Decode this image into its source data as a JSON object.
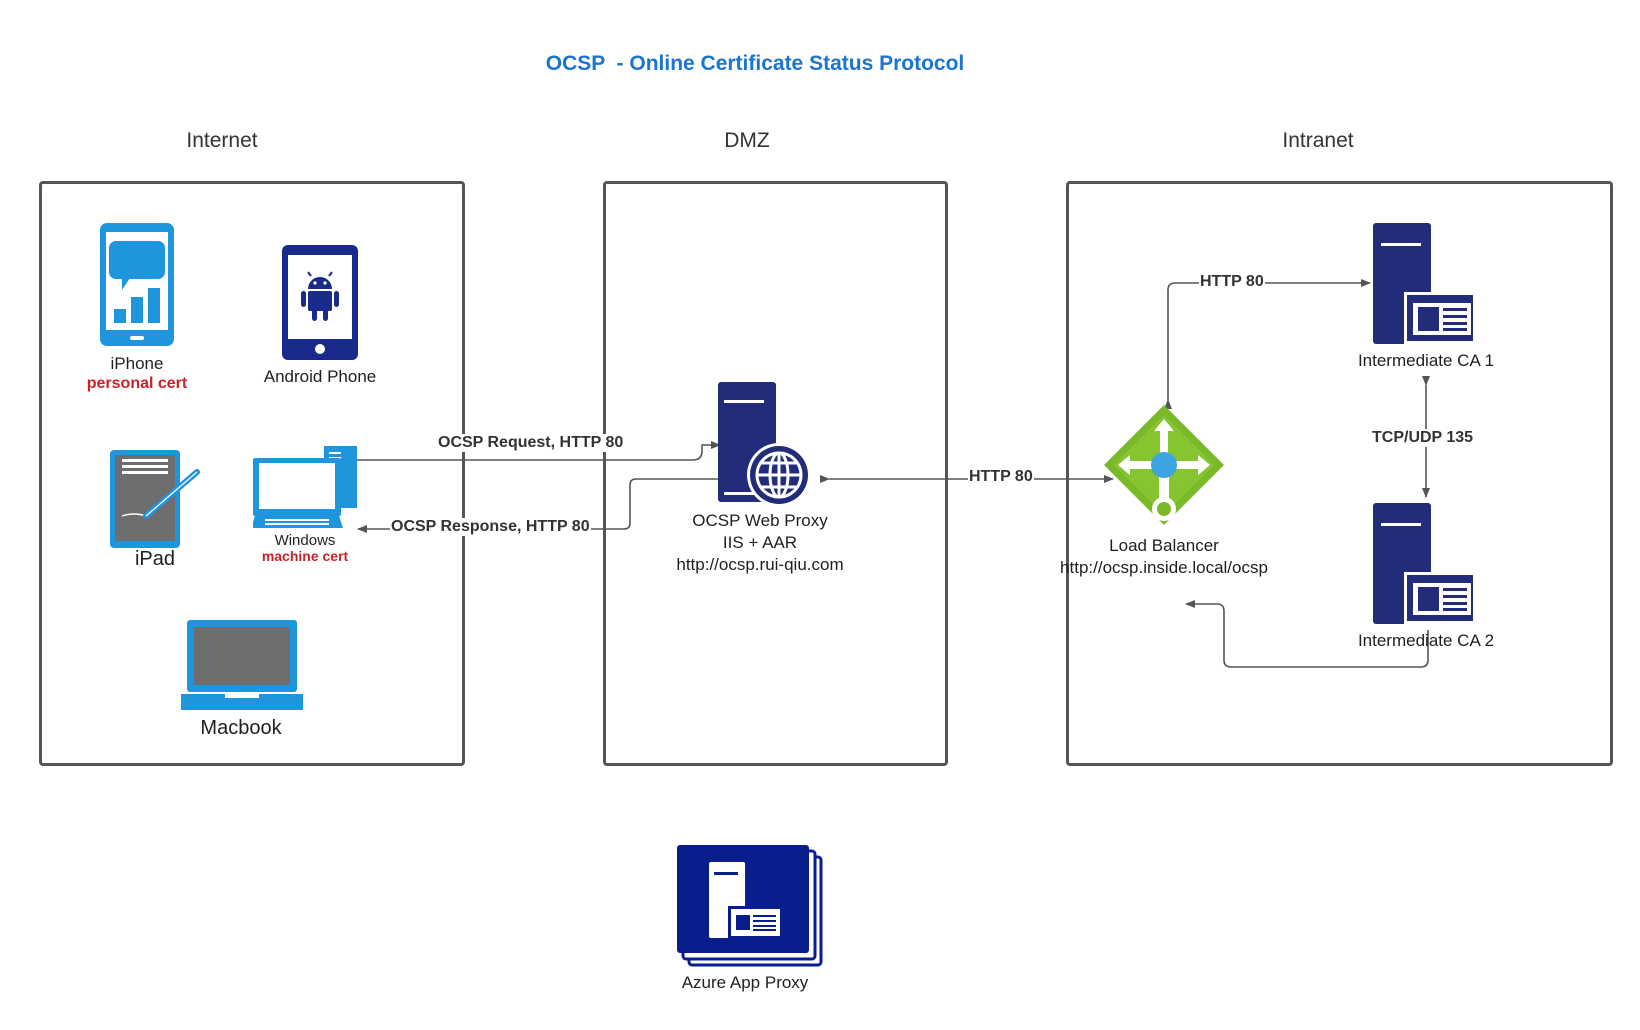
{
  "title": "OCSP  - Online Certificate Status Protocol",
  "zones": {
    "internet": "Internet",
    "dmz": "DMZ",
    "intranet": "Intranet"
  },
  "devices": {
    "iphone": {
      "label": "iPhone",
      "cert": "personal cert"
    },
    "android": {
      "label": "Android Phone"
    },
    "ipad": {
      "label": "iPad"
    },
    "windows": {
      "label": "Windows",
      "cert": "machine cert"
    },
    "macbook": {
      "label": "Macbook"
    }
  },
  "proxy": {
    "name": "OCSP Web Proxy",
    "stack": "IIS + AAR",
    "url": "http://ocsp.rui-qiu.com"
  },
  "load_balancer": {
    "name": "Load Balancer",
    "url": "http://ocsp.inside.local/ocsp"
  },
  "ca1": "Intermediate CA 1",
  "ca2": "Intermediate CA 2",
  "app_proxy": "Azure App Proxy",
  "edges": {
    "request": "OCSP Request, HTTP 80",
    "response": "OCSP Response, HTTP 80",
    "dmz_lb": "HTTP 80",
    "lb_ca1": "HTTP 80",
    "ca_sync": "TCP/UDP 135"
  },
  "colors": {
    "title": "#1b75d0",
    "server_navy": "#232c7a",
    "device_blue": "#1f95de",
    "cert_red": "#c8232b",
    "lb_green": "#7ab929",
    "lb_blue": "#3ca4e0",
    "azure_navy": "#0a1d8c",
    "android_navy": "#1a2a8c",
    "zone_border": "#555555"
  }
}
